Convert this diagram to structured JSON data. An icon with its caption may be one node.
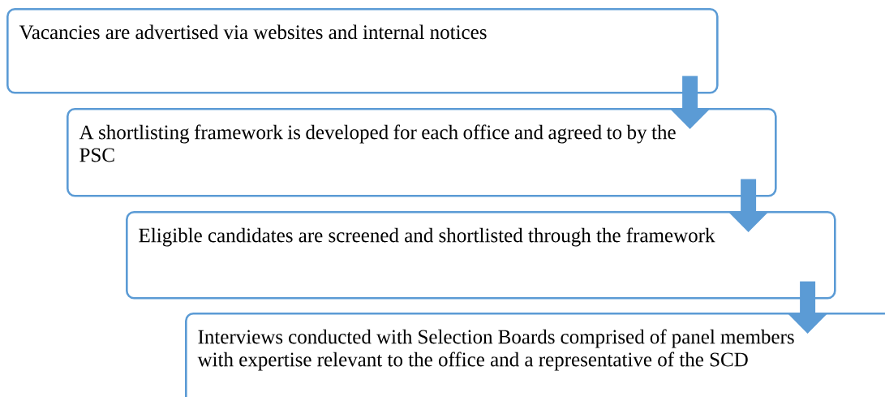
{
  "diagram": {
    "nodes": [
      {
        "text": [
          "Vacancies are advertised via websites and internal notices"
        ]
      },
      {
        "text": [
          "A shortlisting framework is developed for each office and agreed to by the PSC"
        ]
      },
      {
        "text": [
          "Eligible candidates are screened and shortlisted through the framework"
        ]
      },
      {
        "text": [
          "Interviews conducted with Selection Boards comprised of panel members with expertise relevant to the office and a representative of the SCD"
        ]
      }
    ],
    "edges": [
      {
        "from": 0,
        "to": 1,
        "arrow": "to"
      },
      {
        "from": 1,
        "to": 2,
        "arrow": "to"
      },
      {
        "from": 2,
        "to": 3,
        "arrow": "to"
      }
    ]
  }
}
